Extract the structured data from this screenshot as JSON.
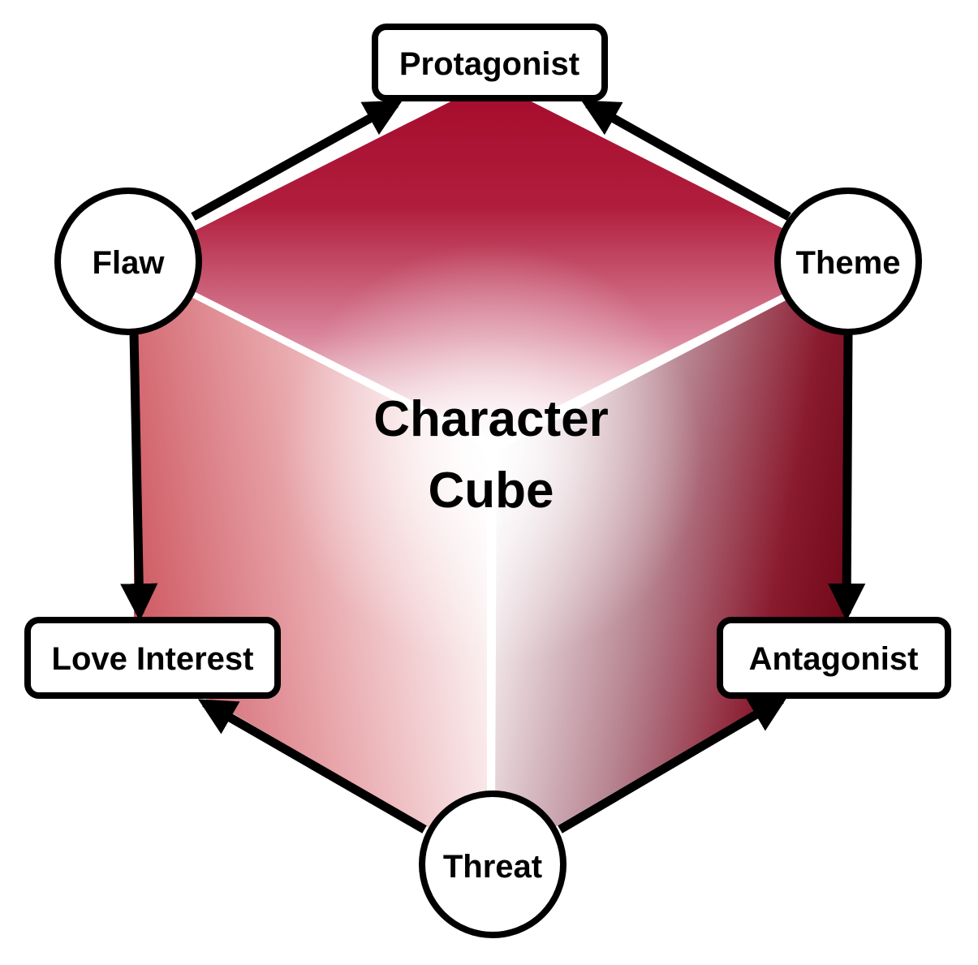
{
  "center": {
    "line1": "Character",
    "line2": "Cube"
  },
  "nodes": {
    "protagonist": "Protagonist",
    "antagonist": "Antagonist",
    "love_interest": "Love Interest",
    "flaw": "Flaw",
    "theme": "Theme",
    "threat": "Threat"
  },
  "colors": {
    "top_face": "#a50a2b",
    "left_face": "#cf5a63",
    "right_face": "#6f0818",
    "highlight": "#ffffff",
    "outline": "#000000"
  }
}
